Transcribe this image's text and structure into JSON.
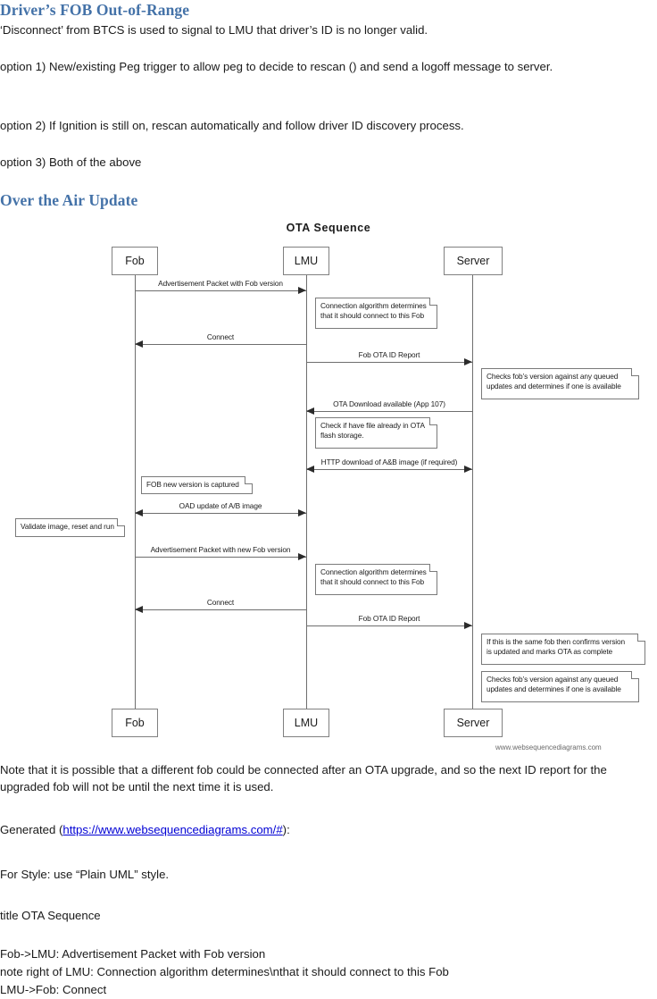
{
  "document": {
    "sections": [
      {
        "id": "fob-out-of-range",
        "heading": "Driver’s FOB Out-of-Range",
        "paragraphs": [
          "‘Disconnect’ from BTCS is used to signal to LMU that driver’s ID is no longer valid.",
          "option 1) New/existing Peg trigger to allow peg to decide to rescan () and send a logoff message to server.",
          "option 2) If Ignition is still on, rescan automatically and follow driver ID discovery process.",
          "option 3) Both of the above"
        ]
      },
      {
        "id": "over-the-air-update",
        "heading": "Over the Air Update"
      }
    ],
    "after_diagram": {
      "note_paragraph": "Note that it is possible that a different fob could be connected after an OTA upgrade, and so the next ID report for the upgraded fob will not be until the next time it is used.",
      "generated_prefix": "Generated (",
      "generated_link": "https://www.websequencediagrams.com/#",
      "generated_suffix": "):",
      "style_paragraph": "For Style: use “Plain UML” style.",
      "source_lines": [
        "title OTA Sequence",
        "",
        "Fob->LMU: Advertisement Packet with Fob version",
        "note right of LMU: Connection algorithm determines\\nthat it should connect to this Fob",
        "LMU->Fob: Connect"
      ]
    }
  },
  "diagram": {
    "title": "OTA Sequence",
    "watermark": "www.websequencediagrams.com",
    "actors": [
      {
        "name": "Fob",
        "label": "Fob"
      },
      {
        "name": "LMU",
        "label": "LMU"
      },
      {
        "name": "Server",
        "label": "Server"
      }
    ],
    "messages": [
      {
        "label": "Advertisement Packet with Fob version",
        "from": "Fob",
        "to": "LMU",
        "direction": "right"
      },
      {
        "label": "Connect",
        "from": "LMU",
        "to": "Fob",
        "direction": "left"
      },
      {
        "label": "Fob OTA ID Report",
        "from": "LMU",
        "to": "Server",
        "direction": "right"
      },
      {
        "label": "OTA Download available (App 107)",
        "from": "Server",
        "to": "LMU",
        "direction": "left"
      },
      {
        "label": "HTTP download of A&B image (if required)",
        "from": "LMU",
        "to": "Server",
        "direction": "both"
      },
      {
        "label": "OAD update of A/B image",
        "from": "LMU",
        "to": "Fob",
        "direction": "both"
      },
      {
        "label": "Advertisement Packet with new Fob version",
        "from": "Fob",
        "to": "LMU",
        "direction": "right"
      },
      {
        "label": "Connect",
        "from": "LMU",
        "to": "Fob",
        "direction": "left"
      },
      {
        "label": "Fob OTA ID Report",
        "from": "LMU",
        "to": "Server",
        "direction": "right"
      }
    ],
    "notes": [
      {
        "id": "note-lmu-conn-1",
        "lines": [
          "Connection algorithm determines",
          "that it should connect to this Fob"
        ]
      },
      {
        "id": "note-server-checks-1",
        "lines": [
          "Checks fob’s version against any  queued",
          "updates and determines if one is available"
        ]
      },
      {
        "id": "note-lmu-flash",
        "lines": [
          "Check if have file already in OTA",
          "flash storage."
        ]
      },
      {
        "id": "note-fob-version-captured",
        "lines": [
          "FOB new version is captured"
        ]
      },
      {
        "id": "note-fob-validate",
        "lines": [
          "Validate image, reset and run"
        ]
      },
      {
        "id": "note-lmu-conn-2",
        "lines": [
          "Connection algorithm determines",
          "that it should connect to this Fob"
        ]
      },
      {
        "id": "note-server-same-fob",
        "lines": [
          "If this is the same fob then confirms version",
          "is updated and marks OTA as complete"
        ]
      },
      {
        "id": "note-server-checks-2",
        "lines": [
          "Checks fob’s version against any  queued",
          "updates and determines if one is available"
        ]
      }
    ]
  },
  "colors": {
    "heading": "#4472A8",
    "link": "#0000d4",
    "line": "#6e6e6e",
    "note_border": "#7a7a7a"
  }
}
